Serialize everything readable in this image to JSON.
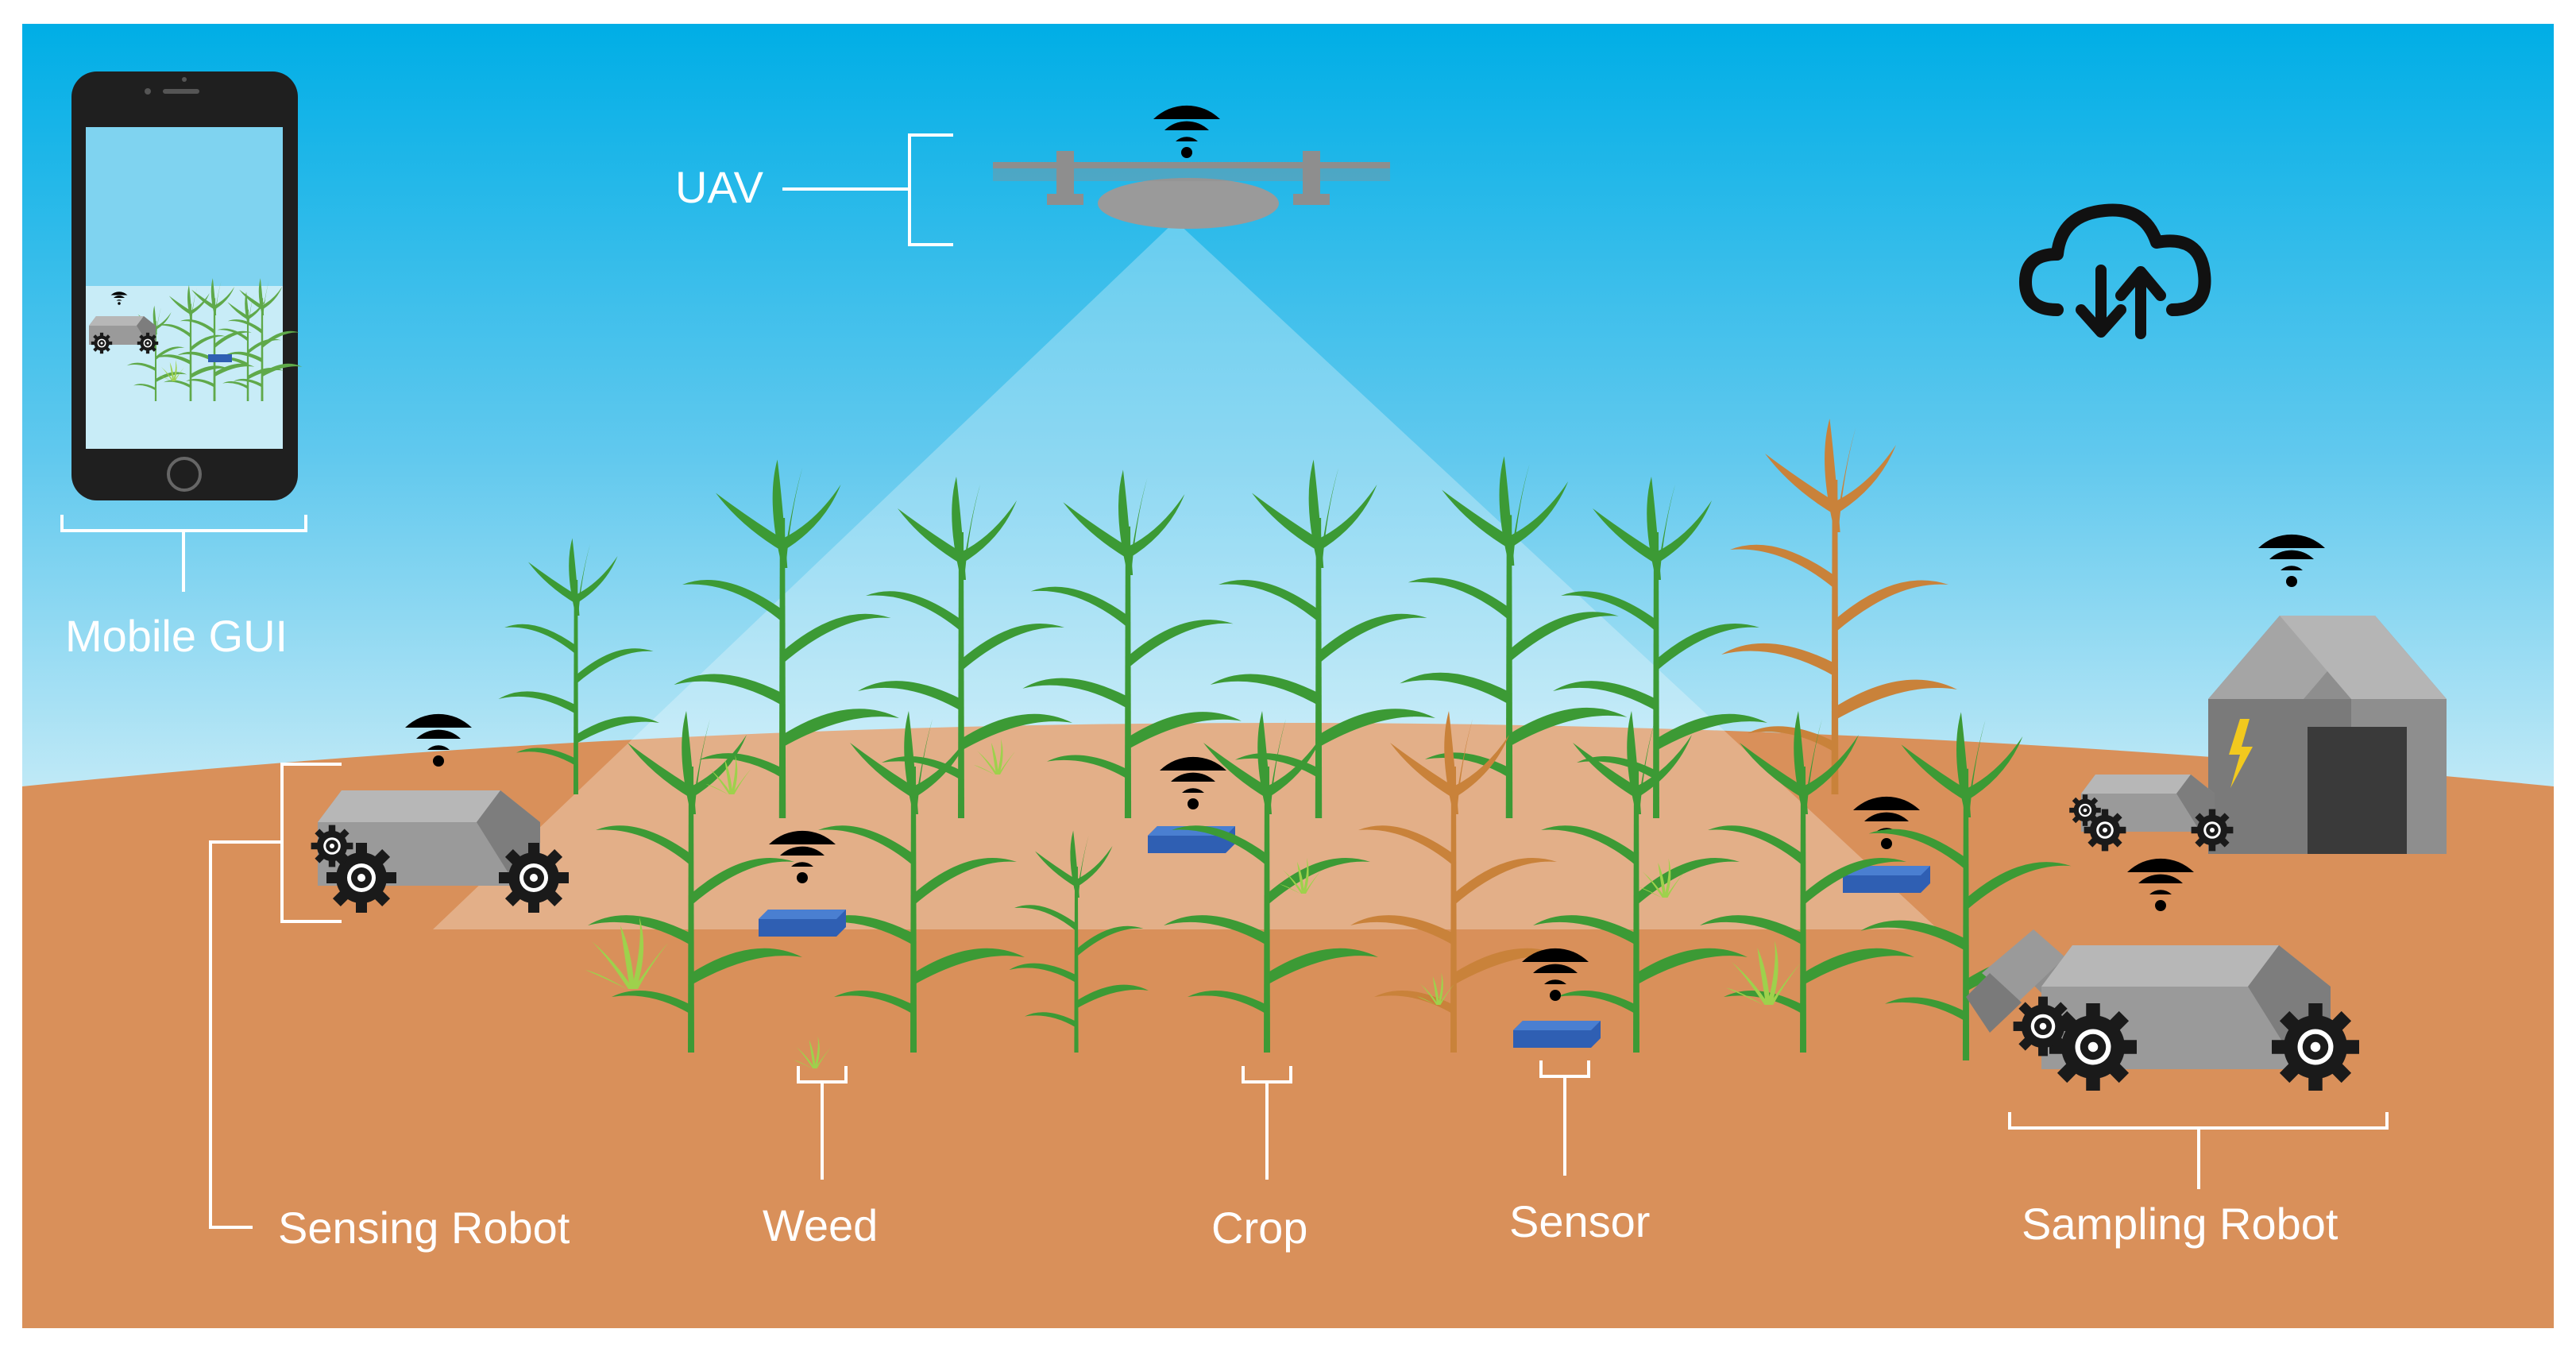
{
  "labels": {
    "uav": "UAV",
    "mobile_gui": "Mobile GUI",
    "sensing_robot": "Sensing Robot",
    "weed": "Weed",
    "crop": "Crop",
    "sensor": "Sensor",
    "sampling_robot": "Sampling Robot"
  },
  "colors": {
    "sky_top": "#00aee6",
    "sky_bottom": "#c8ecf7",
    "soil": "#d9905a",
    "soil_far": "#e0a06f",
    "crop_green": "#3c9a35",
    "crop_light": "#6aa84f",
    "crop_dry": "#c9823a",
    "weed": "#9ed14c",
    "sensor_blue": "#2f5fb3",
    "machine_gray": "#8e8e8e",
    "phone_black": "#1f1f1f",
    "wheel_black": "#1a1a1a"
  },
  "icons": [
    "cloud-sync-icon",
    "wifi-icon",
    "lightning-icon",
    "home-button-icon"
  ]
}
